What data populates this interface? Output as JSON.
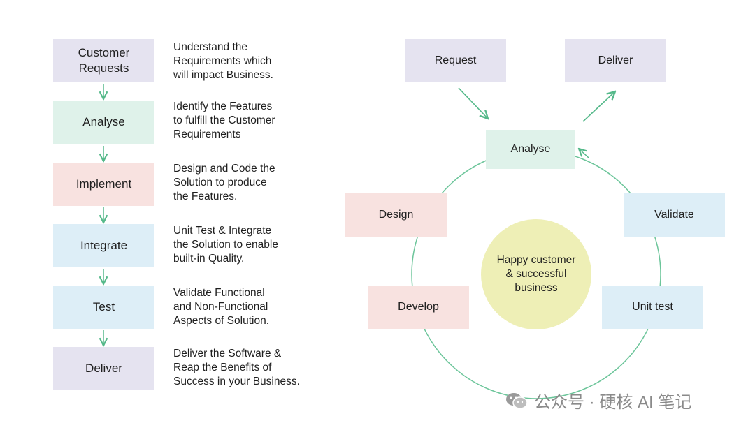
{
  "colors": {
    "purple": "#e5e3f0",
    "green": "#dff2ea",
    "pink": "#f8e2e0",
    "blue": "#ddeef7",
    "hub": "#eeefb6",
    "arrow": "#55b98a"
  },
  "flow": {
    "steps": [
      {
        "label": "Customer\nRequests",
        "desc": "Understand the\nRequirements which\nwill impact Business."
      },
      {
        "label": "Analyse",
        "desc": "Identify the Features\nto fulfill the Customer\nRequirements"
      },
      {
        "label": "Implement",
        "desc": "Design and Code the\nSolution to produce\nthe Features."
      },
      {
        "label": "Integrate",
        "desc": "Unit Test & Integrate\nthe Solution to enable\nbuilt-in Quality."
      },
      {
        "label": "Test",
        "desc": "Validate Functional\nand Non-Functional\nAspects of Solution."
      },
      {
        "label": "Deliver",
        "desc": "Deliver the Software &\nReap the Benefits of\nSuccess in your Business."
      }
    ]
  },
  "cycle": {
    "request": "Request",
    "deliver": "Deliver",
    "analyse": "Analyse",
    "design": "Design",
    "develop": "Develop",
    "validate": "Validate",
    "unit_test": "Unit test",
    "center": "Happy customer\n& successful\nbusiness"
  },
  "watermark": {
    "text": "公众号 · 硬核 AI 笔记",
    "icon": "wechat-icon"
  }
}
